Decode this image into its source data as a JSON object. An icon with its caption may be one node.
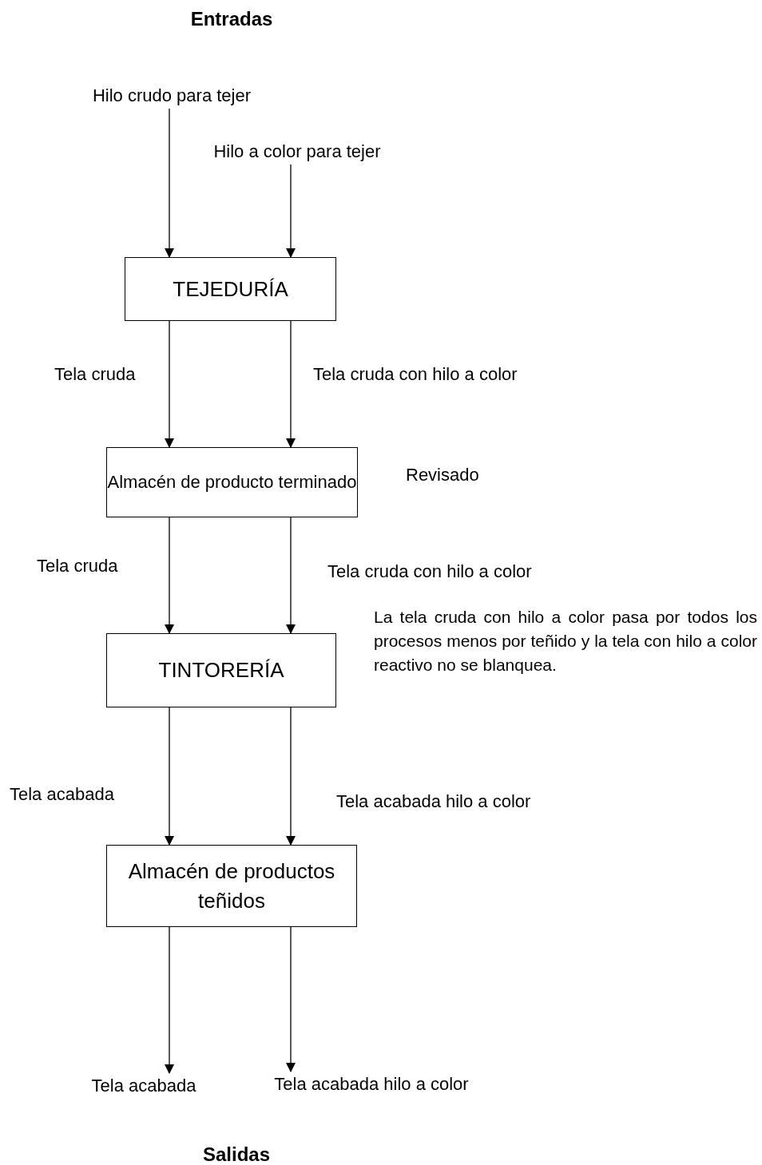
{
  "diagram": {
    "title": "Entradas",
    "caption": "Salidas",
    "nodes": [
      {
        "text": [
          "Hilo crudo para tejer"
        ]
      },
      {
        "text": [
          "Hilo a color para tejer"
        ]
      },
      {
        "text": [
          "TEJEDURÍA"
        ]
      },
      {
        "text": [
          "Almacén de producto terminado"
        ],
        "beside": [
          "Revisado"
        ]
      },
      {
        "text": [
          "TINTORERÍA"
        ],
        "beside": [
          "La tela cruda con hilo a color pasa por todos los procesos menos por teñido y la tela con hilo a color reactivo no se blanquea."
        ]
      },
      {
        "text": [
          "Almacén de productos teñidos"
        ]
      },
      {
        "text": [
          "Tela acabada"
        ]
      },
      {
        "text": [
          "Tela acabada hilo a color"
        ]
      }
    ],
    "edges": [
      {
        "from": 0,
        "to": 2,
        "arrow": "to"
      },
      {
        "from": 1,
        "to": 2,
        "arrow": "to"
      },
      {
        "from": 2,
        "to": 3,
        "arrow": "to",
        "label": "Tela cruda"
      },
      {
        "from": 2,
        "to": 3,
        "arrow": "to",
        "label": "Tela cruda con hilo a color"
      },
      {
        "from": 3,
        "to": 4,
        "arrow": "to",
        "label": "Tela cruda"
      },
      {
        "from": 3,
        "to": 4,
        "arrow": "to",
        "label": "Tela cruda con hilo a color"
      },
      {
        "from": 4,
        "to": 5,
        "arrow": "to",
        "label": "Tela acabada"
      },
      {
        "from": 4,
        "to": 5,
        "arrow": "to",
        "label": "Tela acabada hilo a color"
      },
      {
        "from": 5,
        "to": 6,
        "arrow": "to"
      },
      {
        "from": 5,
        "to": 7,
        "arrow": "to"
      }
    ]
  }
}
